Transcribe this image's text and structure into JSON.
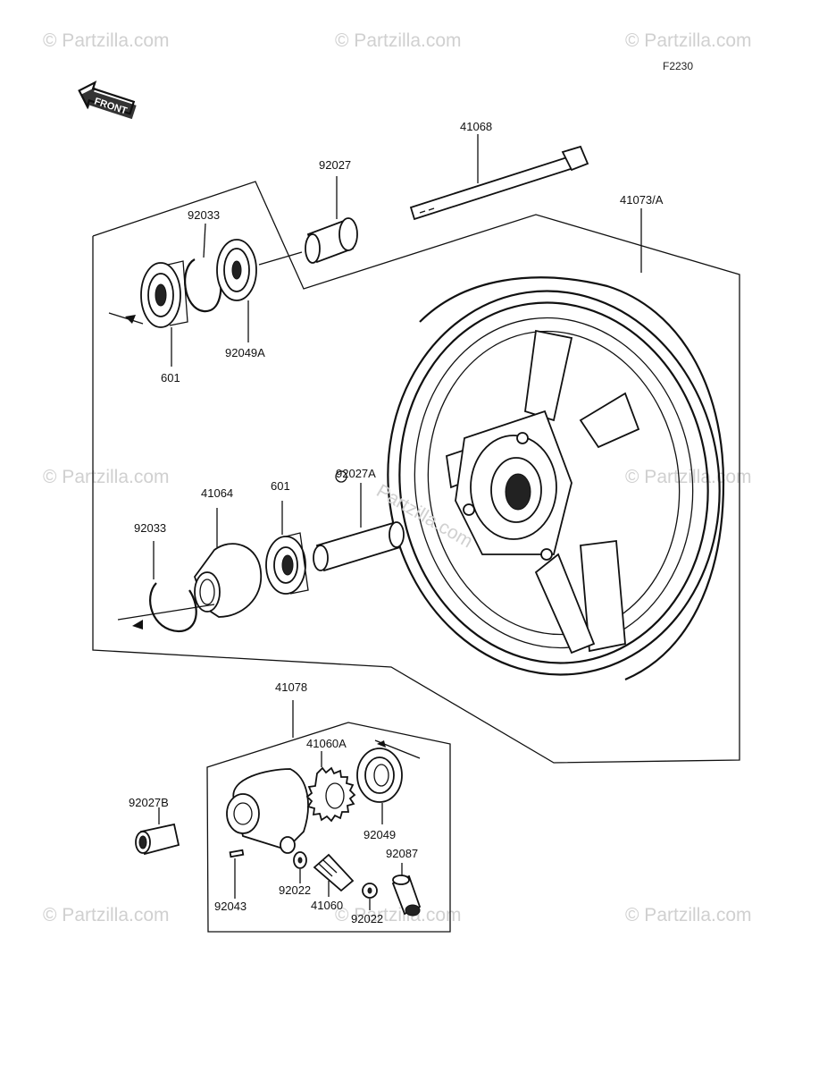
{
  "figure_code": "F2230",
  "front_badge": "FRONT",
  "watermark": "© Partzilla.com",
  "watermark_center": "Partzilla.com",
  "labels": {
    "p41068": "41068",
    "p92027": "92027",
    "p92033_top": "92033",
    "p41073": "41073/A",
    "p601_top": "601",
    "p92049A": "92049A",
    "p92027A": "92027A",
    "p41064": "41064",
    "p601_mid": "601",
    "p92033_mid": "92033",
    "p41078": "41078",
    "p41060A": "41060A",
    "p92027B": "92027B",
    "p92049": "92049",
    "p92087": "92087",
    "p92022_left": "92022",
    "p92043": "92043",
    "p41060": "41060",
    "p92022_right": "92022"
  }
}
